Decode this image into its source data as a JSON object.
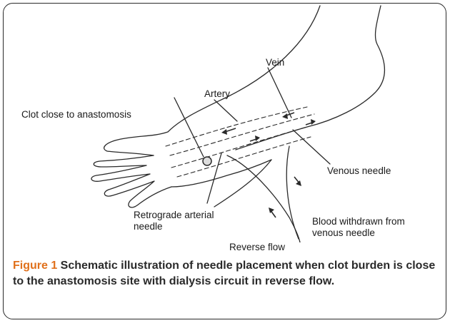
{
  "labels": {
    "vein": "Vein",
    "artery": "Artery",
    "clot": "Clot close to anastomosis",
    "venous_needle": "Venous needle",
    "retrograde_line1": "Retrograde arterial",
    "retrograde_line2": "needle",
    "blood_line1": "Blood withdrawn from",
    "blood_line2": "venous needle",
    "reverse_flow": "Reverse flow"
  },
  "caption": {
    "label": "Figure 1",
    "text": " Schematic illustration of needle placement when clot burden is close to the anastomosis site with dialysis circuit in reverse flow."
  },
  "colors": {
    "caption_label": "#e0701b",
    "line": "#2a2a2a"
  }
}
